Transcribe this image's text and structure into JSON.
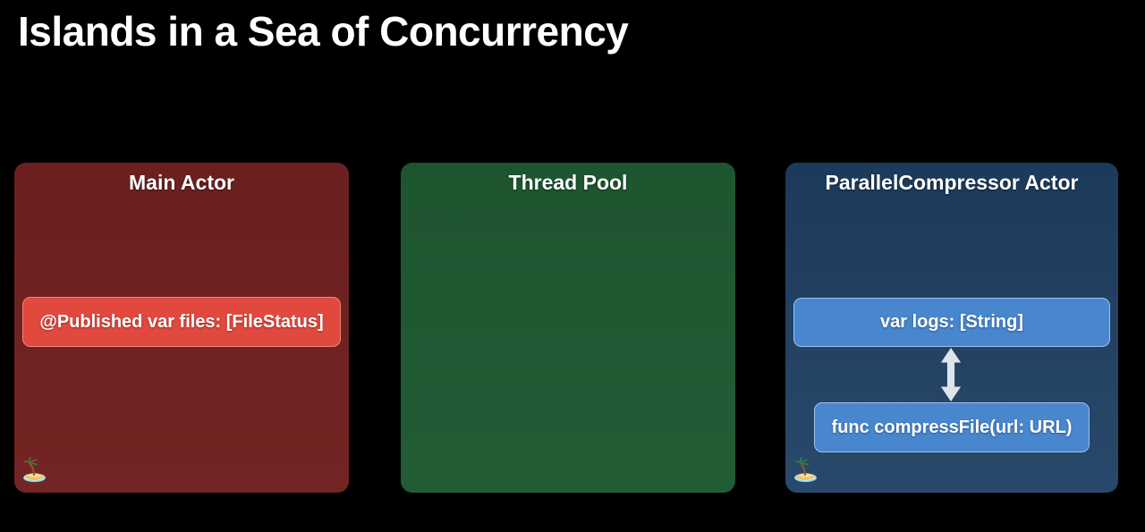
{
  "title": "Islands in a Sea of Concurrency",
  "islands": [
    {
      "title": "Main Actor",
      "fill": "#6E2121",
      "chips": [
        {
          "label": "@Published var files: [FileStatus]",
          "fill": "#E1493F",
          "border": "#F0867C"
        }
      ],
      "icons": [
        "desert-island-icon"
      ]
    },
    {
      "title": "Thread Pool",
      "fill": "#1F5732",
      "chips": [],
      "icons": []
    },
    {
      "title": "ParallelCompressor Actor",
      "fill": "#224364",
      "chips": [
        {
          "label": "var logs: [String]",
          "fill": "#4886CE",
          "border": "#9DC3EA"
        },
        {
          "label": "func compressFile(url: URL)",
          "fill": "#4886CE",
          "border": "#9DC3EA"
        }
      ],
      "connector": "double-headed-vertical-arrow",
      "icons": [
        "desert-island-icon"
      ]
    }
  ],
  "colors": {
    "background": "#000000",
    "text": "#FFFFFF",
    "arrow": "#DFE3EC"
  }
}
